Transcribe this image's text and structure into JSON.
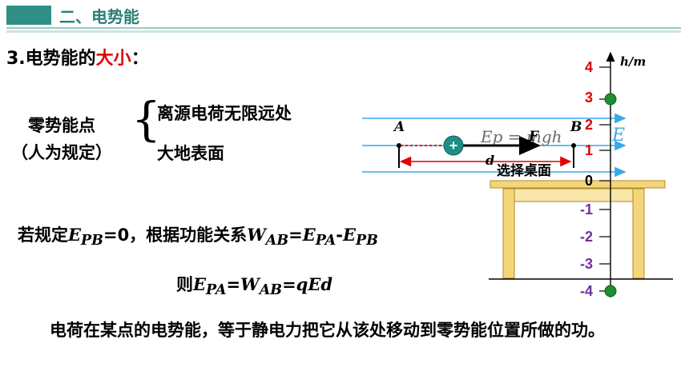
{
  "header": {
    "title": "二、电势能"
  },
  "subtitle": {
    "prefix": "3.电势能的",
    "highlight": "大小",
    "suffix": "："
  },
  "zero_point": {
    "line1": "零势能点",
    "line2": "（人为规定）"
  },
  "options": [
    "离源电荷无限远处",
    "大地表面"
  ],
  "equation1": {
    "text1": "若规定",
    "E": "E",
    "PB": "PB",
    "eq0": "=0，根据功能关系",
    "W": "W",
    "AB": "AB",
    "eq": "=",
    "E2": "E",
    "PA": "PA",
    "minus": "-",
    "E3": "E",
    "PB2": "PB"
  },
  "equation2": {
    "text1": "则",
    "E": "E",
    "PA": "PA",
    "eq": "=",
    "W": "W",
    "AB": "AB",
    "rest": "=qEd"
  },
  "paragraph": "电荷在某点的电势能，等于静电力把它从该处移动到零势能位置所做的功。",
  "diagram": {
    "point_a": "A",
    "point_b": "B",
    "field_label": "E",
    "force_label": "F",
    "distance_label": "d",
    "charge_sign": "+",
    "ep_formula": "Ep = mgh",
    "table_label": "选择桌面",
    "axis_label": "h/m",
    "ticks": [
      "4",
      "3",
      "2",
      "1",
      "0",
      "-1",
      "-2",
      "-3",
      "-4"
    ],
    "colors": {
      "field": "#3aa8e8",
      "ticks_pos": "#e00000",
      "ticks_neg": "#7030a0",
      "dot": "#1f8f2f",
      "table": "#f3d67a"
    }
  }
}
